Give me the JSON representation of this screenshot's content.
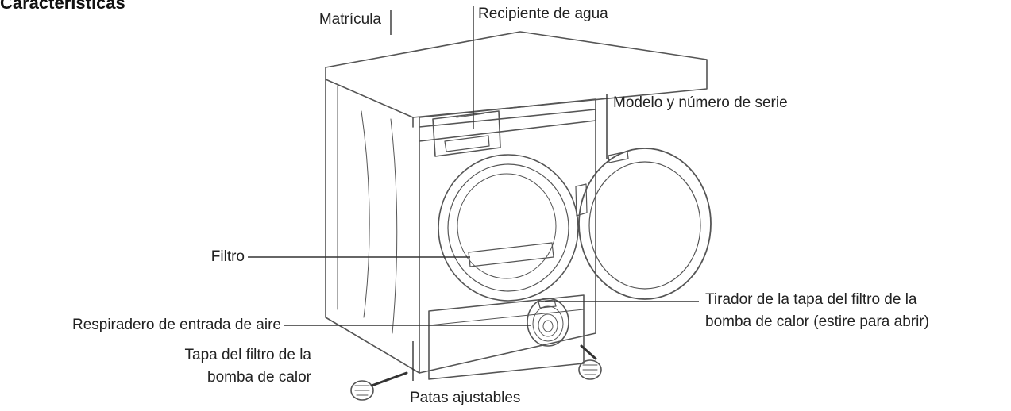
{
  "heading": "Características",
  "labels": {
    "matricula": "Matrícula",
    "recipiente": "Recipiente de agua",
    "modelo": "Modelo y número de serie",
    "filtro": "Filtro",
    "tirador_line1": "Tirador de la tapa del filtro de la",
    "tirador_line2": "bomba de calor (estire para abrir)",
    "respiradero": "Respiradero de entrada de aire",
    "tapa_line1": "Tapa del filtro de la",
    "tapa_line2": "bomba de calor",
    "patas": "Patas ajustables"
  },
  "colors": {
    "ink": "#222222",
    "line": "#333333",
    "sketch": "#555555"
  }
}
